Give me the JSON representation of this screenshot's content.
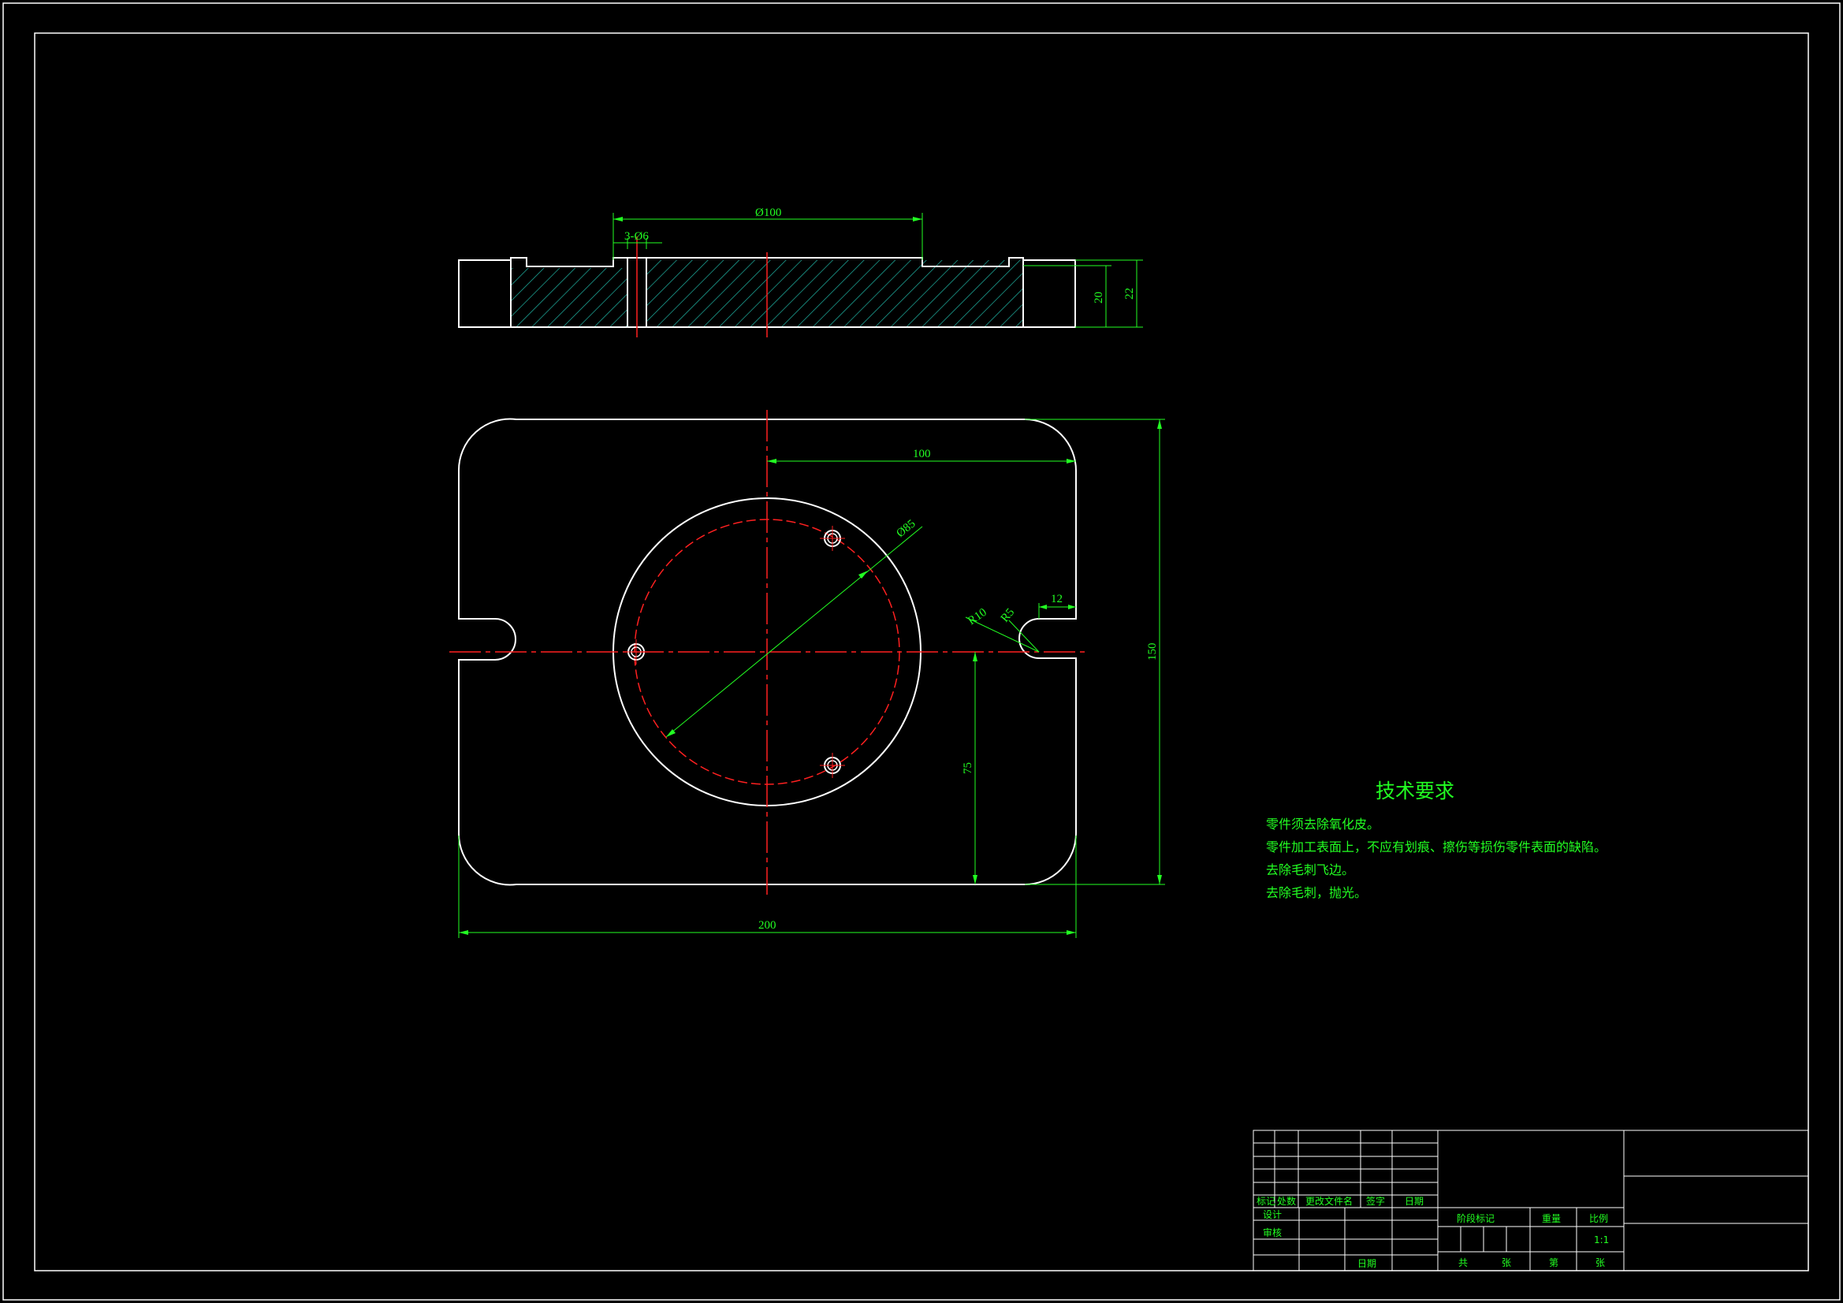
{
  "drawing": {
    "colors": {
      "background": "#000000",
      "outline": "#ffffff",
      "dimension": "#22ff22",
      "centerline": "#ff2020",
      "hatch": "#1fb5a5"
    },
    "section_view": {
      "dim_diameter_100": "Ø100",
      "dim_holes": "3-Ø6",
      "dim_height_20": "20",
      "dim_height_22": "22"
    },
    "plan_view": {
      "dim_width_200": "200",
      "dim_height_150": "150",
      "dim_offset_100": "100",
      "dim_offset_75": "75",
      "dim_slot_12": "12",
      "dim_radius_10": "R10",
      "dim_radius_5": "R5",
      "dim_bolt_circle": "Ø85"
    },
    "technical_requirements": {
      "title": "技术要求",
      "lines": [
        "零件须去除氧化皮。",
        "零件加工表面上，不应有划痕、擦伤等损伤零件表面的缺陷。",
        "去除毛刺飞边。",
        "去除毛刺，抛光。"
      ]
    },
    "title_block": {
      "headers": {
        "mark": "标记",
        "count": "处数",
        "change_doc": "更改文件名",
        "signature": "签字",
        "date": "日期"
      },
      "design": "设计",
      "review": "审核",
      "date_label": "日期",
      "stage_mark": "阶段标记",
      "weight": "重量",
      "scale": "比例",
      "scale_value": "1:1",
      "total": "共",
      "sheets": "张",
      "sheet_no": "第",
      "sheet_no_suffix": "张"
    }
  }
}
